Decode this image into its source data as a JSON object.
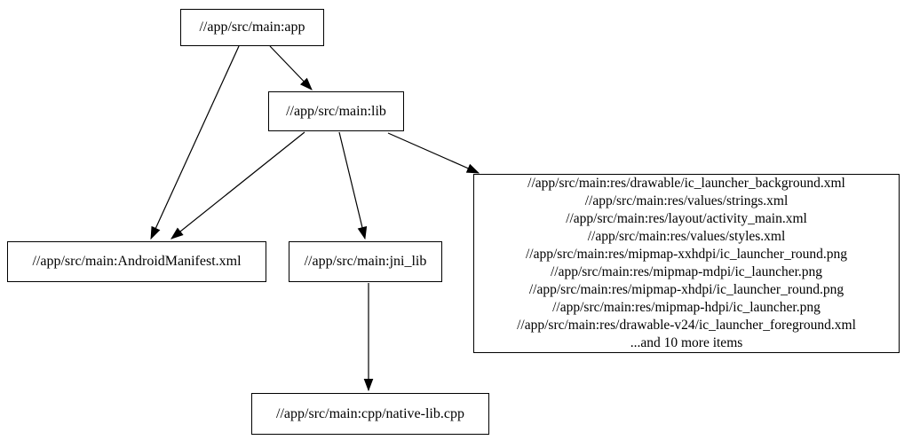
{
  "diagram": {
    "type": "dependency-graph",
    "background_color": "#ffffff",
    "node_fill_color": "#ffffff",
    "node_border_color": "#000000",
    "text_color": "#000000",
    "nodes": {
      "app": {
        "label": "//app/src/main:app"
      },
      "lib": {
        "label": "//app/src/main:lib"
      },
      "manifest": {
        "label": "//app/src/main:AndroidManifest.xml"
      },
      "jni_lib": {
        "label": "//app/src/main:jni_lib"
      },
      "res_group": {
        "lines": [
          "//app/src/main:res/drawable/ic_launcher_background.xml",
          "//app/src/main:res/values/strings.xml",
          "//app/src/main:res/layout/activity_main.xml",
          "//app/src/main:res/values/styles.xml",
          "//app/src/main:res/mipmap-xxhdpi/ic_launcher_round.png",
          "//app/src/main:res/mipmap-mdpi/ic_launcher.png",
          "//app/src/main:res/mipmap-xhdpi/ic_launcher_round.png",
          "//app/src/main:res/mipmap-hdpi/ic_launcher.png",
          "//app/src/main:res/drawable-v24/ic_launcher_foreground.xml",
          "...and 10 more items"
        ]
      },
      "native_lib": {
        "label": "//app/src/main:cpp/native-lib.cpp"
      }
    },
    "edges": [
      {
        "from": "//app/src/main:app",
        "to": "//app/src/main:lib"
      },
      {
        "from": "//app/src/main:app",
        "to": "//app/src/main:AndroidManifest.xml"
      },
      {
        "from": "//app/src/main:lib",
        "to": "//app/src/main:AndroidManifest.xml"
      },
      {
        "from": "//app/src/main:lib",
        "to": "//app/src/main:jni_lib"
      },
      {
        "from": "//app/src/main:lib",
        "to": "res-file-group"
      },
      {
        "from": "//app/src/main:jni_lib",
        "to": "//app/src/main:cpp/native-lib.cpp"
      }
    ]
  }
}
